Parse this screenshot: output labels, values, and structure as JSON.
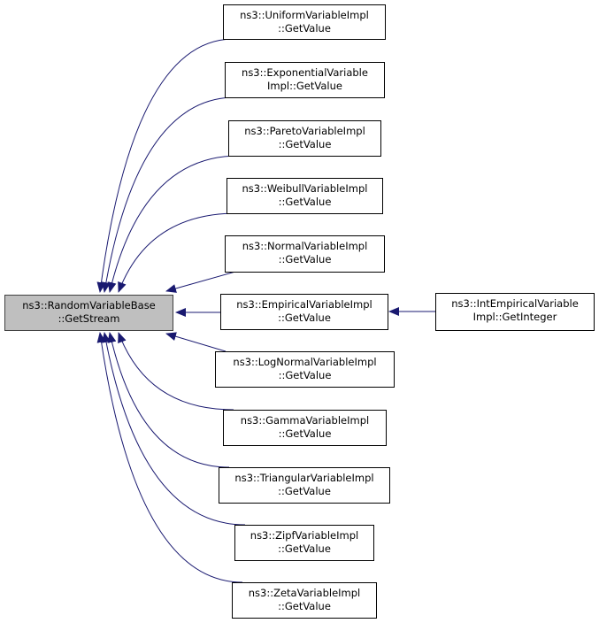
{
  "colors": {
    "edge": "#191970",
    "node_border": "#000000",
    "center_fill": "#bfbfbf",
    "node_fill": "#ffffff"
  },
  "center": {
    "id": "center",
    "lines": [
      "ns3::RandomVariableBase",
      "::GetStream"
    ]
  },
  "callers": [
    {
      "id": "uniform",
      "lines": [
        "ns3::UniformVariableImpl",
        "::GetValue"
      ]
    },
    {
      "id": "exponential",
      "lines": [
        "ns3::ExponentialVariable",
        "Impl::GetValue"
      ]
    },
    {
      "id": "pareto",
      "lines": [
        "ns3::ParetoVariableImpl",
        "::GetValue"
      ]
    },
    {
      "id": "weibull",
      "lines": [
        "ns3::WeibullVariableImpl",
        "::GetValue"
      ]
    },
    {
      "id": "normal",
      "lines": [
        "ns3::NormalVariableImpl",
        "::GetValue"
      ]
    },
    {
      "id": "empirical",
      "lines": [
        "ns3::EmpiricalVariableImpl",
        "::GetValue"
      ]
    },
    {
      "id": "lognormal",
      "lines": [
        "ns3::LogNormalVariableImpl",
        "::GetValue"
      ]
    },
    {
      "id": "gamma",
      "lines": [
        "ns3::GammaVariableImpl",
        "::GetValue"
      ]
    },
    {
      "id": "triangular",
      "lines": [
        "ns3::TriangularVariableImpl",
        "::GetValue"
      ]
    },
    {
      "id": "zipf",
      "lines": [
        "ns3::ZipfVariableImpl",
        "::GetValue"
      ]
    },
    {
      "id": "zeta",
      "lines": [
        "ns3::ZetaVariableImpl",
        "::GetValue"
      ]
    }
  ],
  "secondary": [
    {
      "id": "intempirical",
      "lines": [
        "ns3::IntEmpiricalVariable",
        "Impl::GetInteger"
      ],
      "target": "empirical"
    }
  ]
}
